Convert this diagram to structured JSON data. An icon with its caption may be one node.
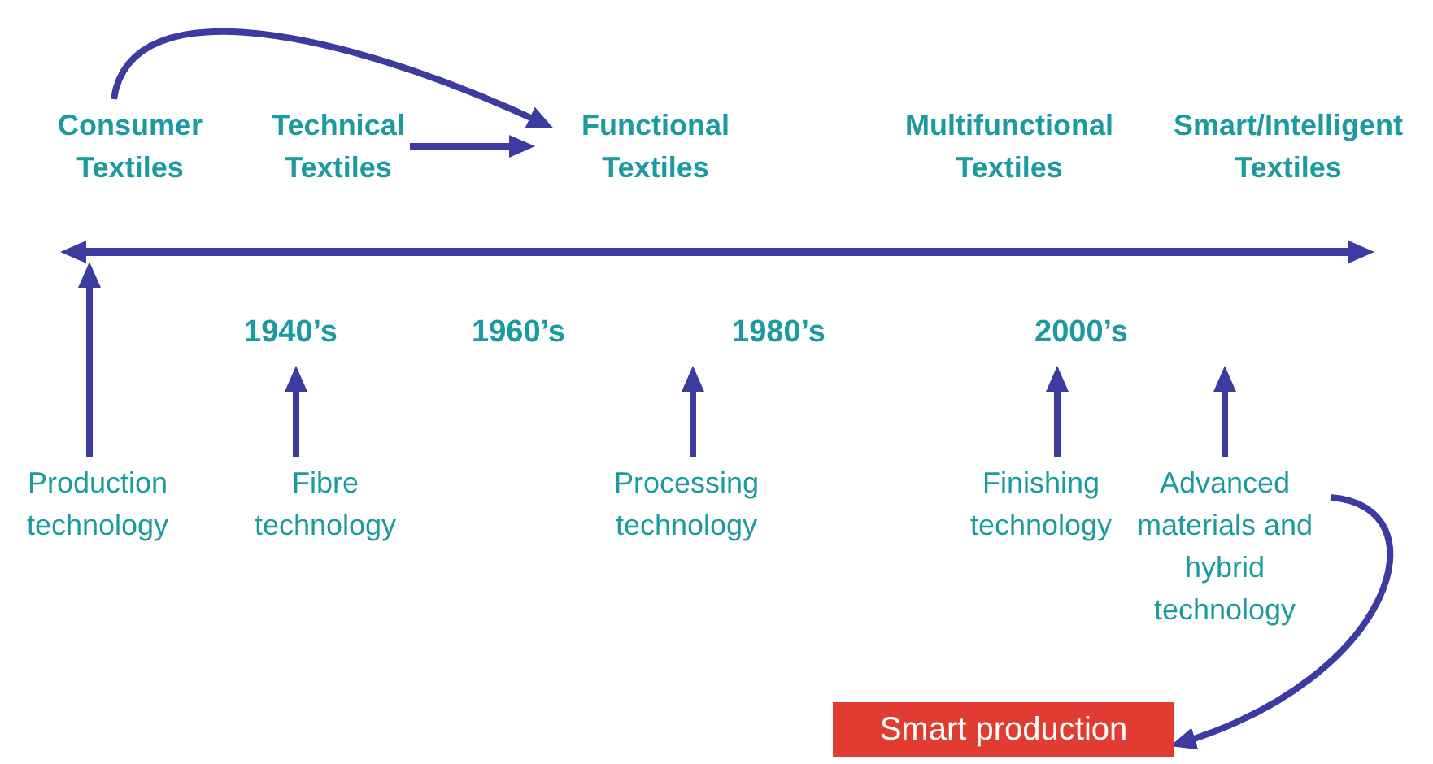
{
  "diagram": {
    "nodes": [
      {
        "text": [
          "Consumer Textiles"
        ]
      },
      {
        "text": [
          "Technical Textiles"
        ]
      },
      {
        "text": [
          "Functional Textiles"
        ]
      },
      {
        "text": [
          "Multifunctional Textiles"
        ]
      },
      {
        "text": [
          "Smart/Intelligent Textiles"
        ]
      },
      {
        "text": [
          "Production technology"
        ]
      },
      {
        "text": [
          "Fibre technology"
        ]
      },
      {
        "text": [
          "Processing technology"
        ]
      },
      {
        "text": [
          "Finishing technology"
        ]
      },
      {
        "text": [
          "Advanced materials and hybrid technology"
        ]
      },
      {
        "text": [
          "Smart production"
        ]
      }
    ],
    "edges": [
      {
        "from": 0,
        "to": 2,
        "arrow": "to"
      },
      {
        "from": 1,
        "to": 2,
        "arrow": "to"
      },
      {
        "from": 5,
        "to": null,
        "arrow": "to"
      },
      {
        "from": 6,
        "to": null,
        "arrow": "to"
      },
      {
        "from": 7,
        "to": null,
        "arrow": "to"
      },
      {
        "from": 8,
        "to": null,
        "arrow": "to"
      },
      {
        "from": 9,
        "to": null,
        "arrow": "to"
      },
      {
        "from": 9,
        "to": 10,
        "arrow": "to"
      }
    ],
    "labels": [
      "1940’s",
      "1960’s",
      "1980’s",
      "2000’s"
    ]
  }
}
